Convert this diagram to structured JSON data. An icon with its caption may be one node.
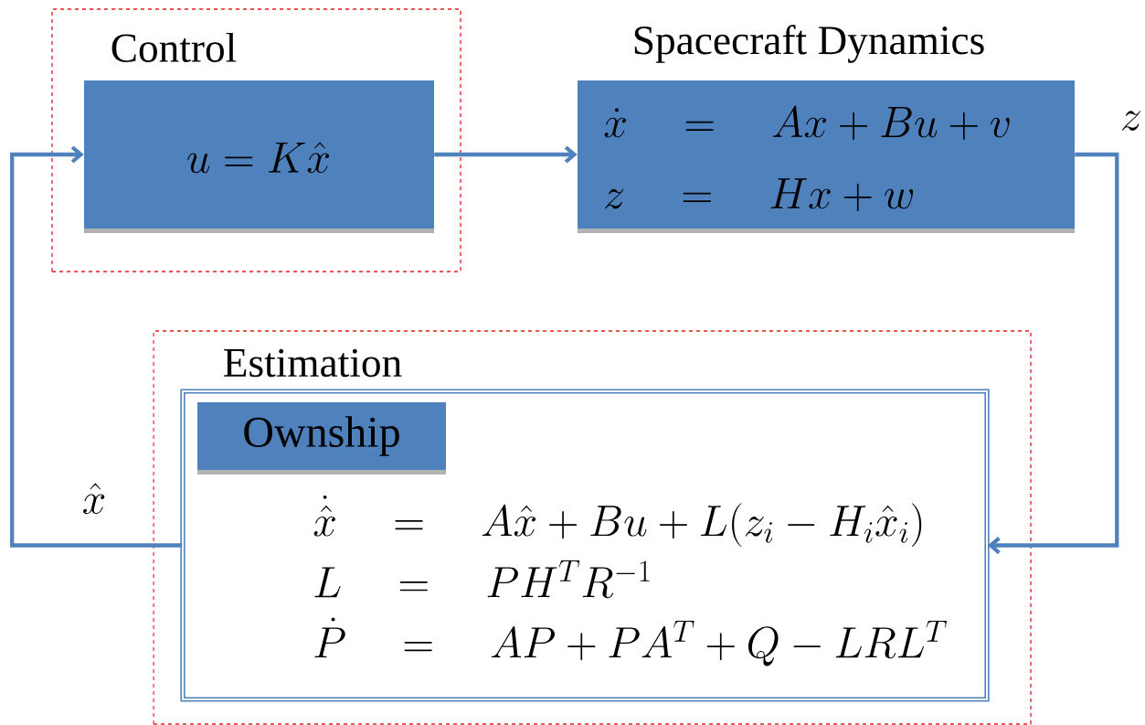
{
  "diagram": {
    "nodes": [
      {
        "text": [
          "Control"
        ]
      },
      {
        "text": [
          "u = K\\hat{x}"
        ],
        "in": 0
      },
      {
        "text": [
          "Spacecraft Dynamics",
          "\\dot{x} \\quad = \\quad Ax + Bu + v",
          "z \\quad = \\quad Hx + w"
        ]
      },
      {
        "text": [
          "Estimation"
        ]
      },
      {
        "text": [
          "\\dot{\\hat{x}} \\quad = \\quad A\\hat{x} + Bu + L(z_i - H_i\\hat{x}_i)",
          "L \\quad = \\quad PH^T R^{-1}",
          "\\dot{P} \\quad = \\quad AP + PA^T + Q - LRL^T"
        ],
        "in": 3
      },
      {
        "text": [
          "Ownship"
        ],
        "in": 4
      }
    ],
    "edges": [
      {
        "from": 1,
        "to": 2,
        "arrow": "to"
      },
      {
        "from": 2,
        "to": 4,
        "arrow": "to",
        "label": "z"
      },
      {
        "from": 4,
        "to": 1,
        "arrow": "to",
        "label": "\\hat{x}"
      }
    ]
  }
}
